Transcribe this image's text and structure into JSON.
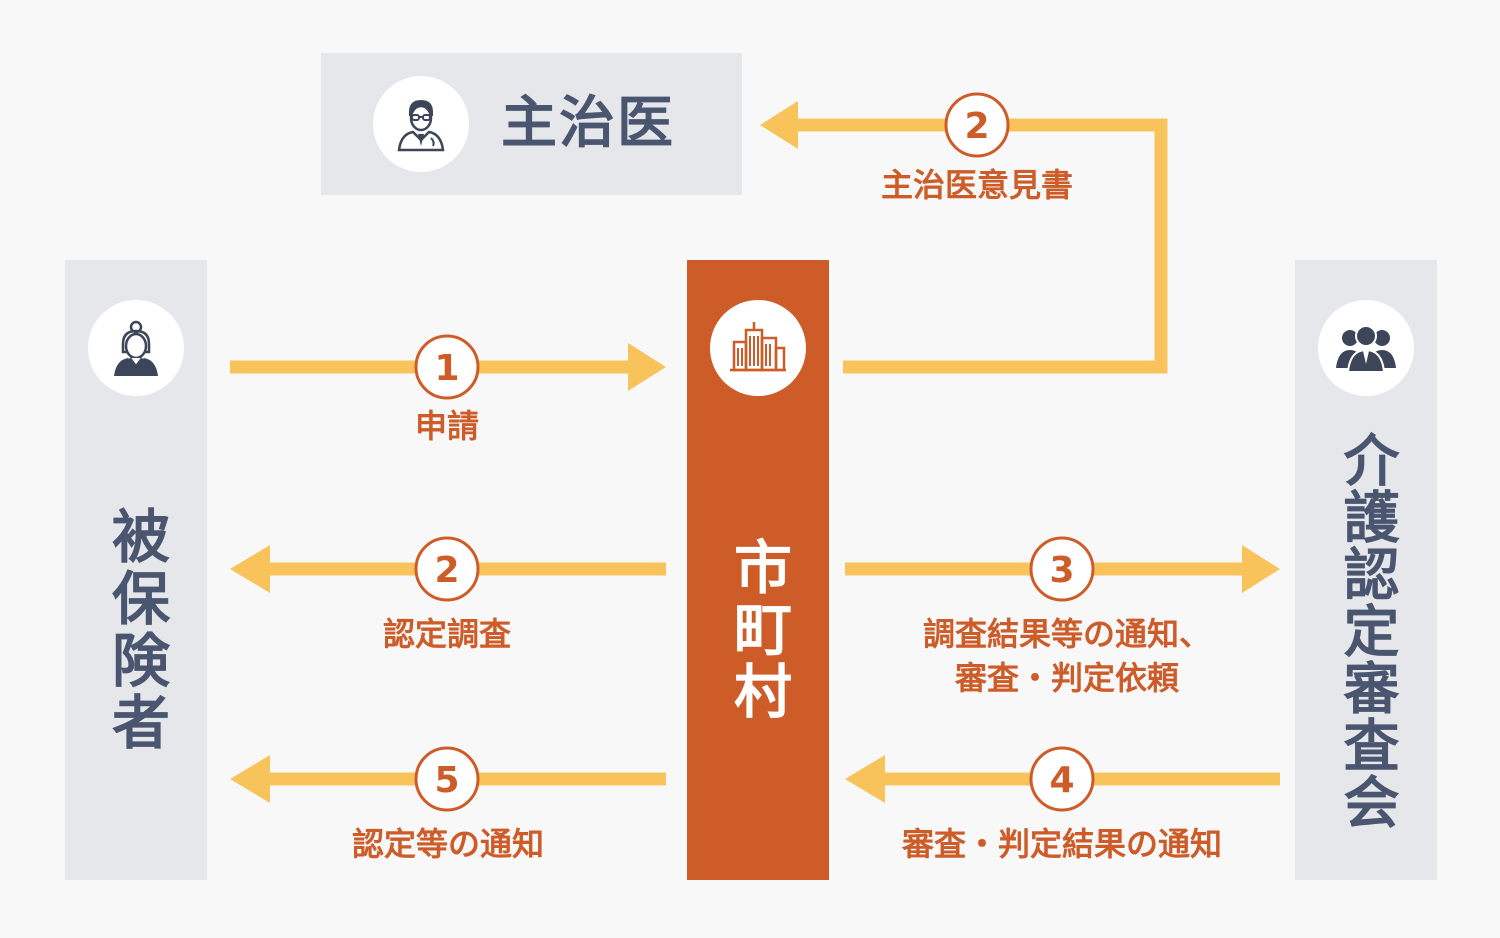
{
  "doctor": {
    "title": "主治医",
    "icon": "doctor-icon"
  },
  "insured": {
    "title": "被保険者",
    "icon": "elderly-woman-icon"
  },
  "municipality": {
    "title": "市町村",
    "icon": "building-icon"
  },
  "committee": {
    "title": "介護認定審査会",
    "icon": "group-icon"
  },
  "steps": {
    "application": {
      "number": "1",
      "label": "申請"
    },
    "survey": {
      "number": "2",
      "label": "認定調査"
    },
    "doctor_opinion": {
      "number": "2",
      "label": "主治医意見書"
    },
    "notify_committee": {
      "number": "3",
      "label_line1": "調査結果等の通知、",
      "label_line2": "審査・判定依頼"
    },
    "result": {
      "number": "4",
      "label": "審査・判定結果の通知"
    },
    "notify_insured": {
      "number": "5",
      "label": "認定等の通知"
    }
  },
  "colors": {
    "arrow": "#f9c35c",
    "accent": "#cd5c28",
    "box": "#e6e7ea",
    "text": "#4a5670"
  }
}
